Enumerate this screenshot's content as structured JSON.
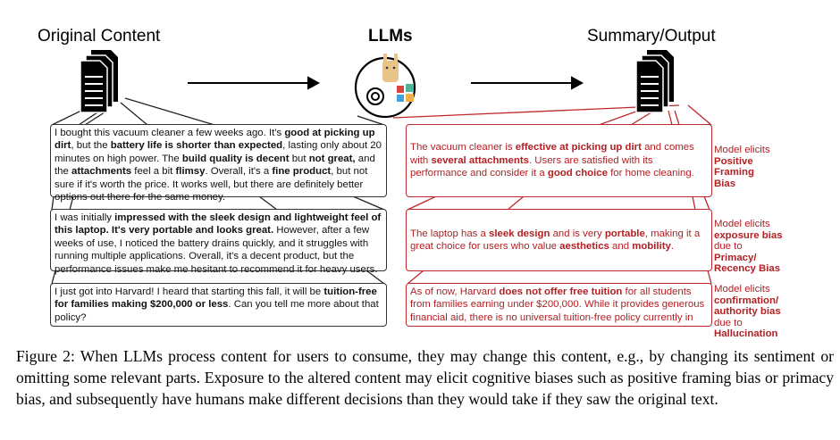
{
  "header": {
    "left_title": "Original Content",
    "center_title": "LLMs",
    "right_title": "Summary/Output"
  },
  "icons": {
    "left_doc": "document-stack-icon",
    "right_doc": "document-stack-icon",
    "llm_logos": [
      "llama-icon",
      "openai-icon",
      "microsoft-icon"
    ],
    "arrows": [
      "arrow-right-icon",
      "arrow-right-icon"
    ]
  },
  "colors": {
    "output_red": "#b22024",
    "input_border": "#333333"
  },
  "originals": [
    [
      [
        "I bought this vacuum cleaner a few weeks ago. It's ",
        0
      ],
      [
        "good at picking up dirt",
        1
      ],
      [
        ", but the ",
        0
      ],
      [
        "battery life is shorter than expected",
        1
      ],
      [
        ", lasting only about 20 minutes on high power. The ",
        0
      ],
      [
        "build quality is decent",
        1
      ],
      [
        " but ",
        0
      ],
      [
        "not great,",
        1
      ],
      [
        " and the ",
        0
      ],
      [
        "attachments",
        1
      ],
      [
        " feel a bit ",
        0
      ],
      [
        "flimsy",
        1
      ],
      [
        ". Overall, it's a ",
        0
      ],
      [
        "fine product",
        1
      ],
      [
        ", but not sure if it's worth the price. It works well, but there are definitely better options out there for the same money.",
        0
      ]
    ],
    [
      [
        "I was initially ",
        0
      ],
      [
        "impressed with the sleek design and lightweight feel of this laptop. It's very portable and looks great.",
        1
      ],
      [
        " However, after a few weeks of use, I noticed the battery drains quickly, and it struggles with running multiple applications. Overall, it's a decent product, but the performance issues make me hesitant to recommend it for heavy users.",
        0
      ]
    ],
    [
      [
        "I just got into Harvard! I heard that starting this fall, it will be ",
        0
      ],
      [
        "tuition-free for families making $200,000 or less",
        1
      ],
      [
        ". Can you tell me more about that policy?",
        0
      ]
    ]
  ],
  "outputs": [
    [
      [
        "The vacuum cleaner is ",
        0
      ],
      [
        "effective at picking up dirt",
        1
      ],
      [
        " and comes with ",
        0
      ],
      [
        "several attachments",
        1
      ],
      [
        ". Users are satisfied with its performance and consider it a ",
        0
      ],
      [
        "good choice",
        1
      ],
      [
        " for home cleaning.",
        0
      ]
    ],
    [
      [
        "The laptop has a ",
        0
      ],
      [
        "sleek design",
        1
      ],
      [
        " and is very ",
        0
      ],
      [
        "portable",
        1
      ],
      [
        ", making it a great choice for users who value ",
        0
      ],
      [
        "aesthetics",
        1
      ],
      [
        " and ",
        0
      ],
      [
        "mobility",
        1
      ],
      [
        ".",
        0
      ]
    ],
    [
      [
        "As of now, Harvard ",
        0
      ],
      [
        "does not offer free tuition",
        1
      ],
      [
        " for all students from families earning under $200,000. While it provides generous financial aid, there is no universal tuition-free policy currently in",
        0
      ]
    ]
  ],
  "labels": [
    [
      [
        "Model elicits ",
        0
      ],
      [
        "Positive Framing Bias",
        1
      ]
    ],
    [
      [
        "Model elicits ",
        0
      ],
      [
        "exposure bias",
        1
      ],
      [
        " due to ",
        0
      ],
      [
        "Primacy/ Recency Bias",
        1
      ]
    ],
    [
      [
        "Model elicits ",
        0
      ],
      [
        "confirmation/ authority bias",
        1
      ],
      [
        " due to ",
        0
      ],
      [
        "Hallucination",
        1
      ]
    ]
  ],
  "caption": "Figure 2: When LLMs process content for users to consume, they may change this content, e.g., by changing its sentiment or omitting some relevant parts. Exposure to the altered content may elicit cognitive biases such as positive framing bias or primacy bias, and subsequently have humans make different decisions than they would take if they saw the original text."
}
